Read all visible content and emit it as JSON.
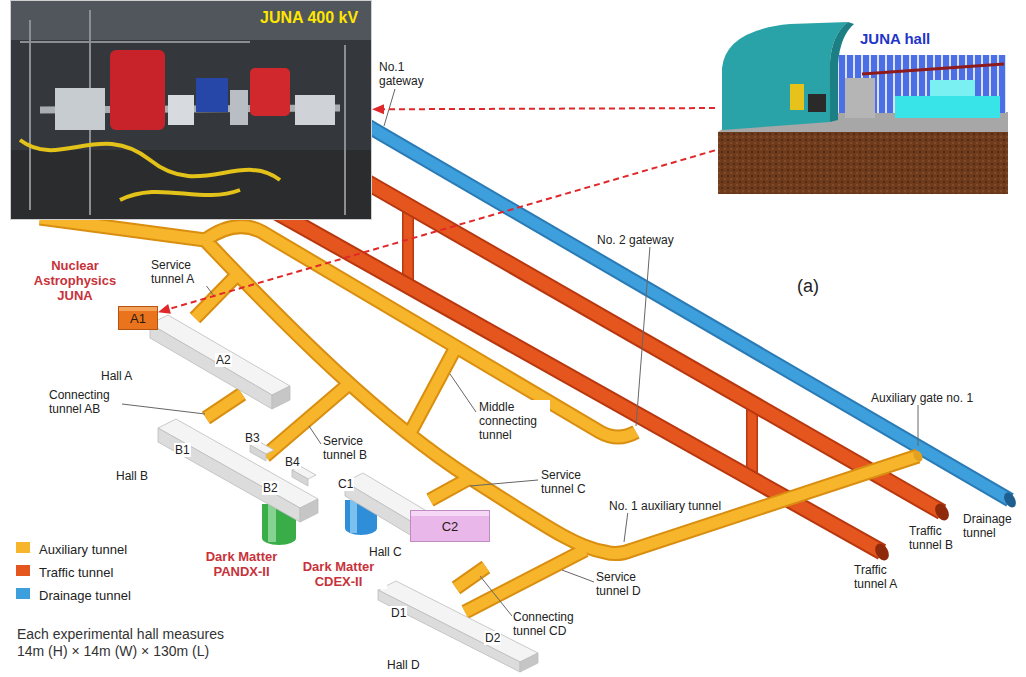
{
  "diagram": {
    "nodes": [
      {
        "text": [
          "JUNA 400 kV"
        ]
      },
      {
        "text": [
          "JUNA hall"
        ]
      },
      {
        "text": [
          "A1"
        ]
      },
      {
        "text": [
          "C2"
        ]
      }
    ],
    "edges": [
      {
        "from": 1,
        "to": 0,
        "arrow": "to"
      },
      {
        "from": 1,
        "to": 2,
        "arrow": "to"
      }
    ],
    "labels": [
      "No.1 gateway",
      "No. 2 gateway",
      "(a)",
      "Service tunnel A",
      "Nuclear Astrophysics JUNA",
      "A2",
      "Hall A",
      "Connecting tunnel AB",
      "B3",
      "Service tunnel B",
      "Middle connecting tunnel",
      "B1",
      "B4",
      "Service tunnel C",
      "C1",
      "B2",
      "Hall B",
      "No. 1 auxiliary tunnel",
      "Auxiliary gate no. 1",
      "Hall C",
      "Dark Matter PANDX-II",
      "Dark Matter CDEX-II",
      "Service tunnel D",
      "Traffic tunnel A",
      "Traffic tunnel B",
      "Drainage tunnel",
      "D1",
      "Connecting tunnel CD",
      "D2",
      "Hall D",
      "Each experimental hall measures 14m (H) × 14m (W) × 130m (L)"
    ],
    "legend": [
      {
        "text": "Auxiliary tunnel",
        "color": "#f7b52c"
      },
      {
        "text": "Traffic tunnel",
        "color": "#e4561e"
      },
      {
        "text": "Drainage tunnel",
        "color": "#3d9fdc"
      }
    ]
  }
}
